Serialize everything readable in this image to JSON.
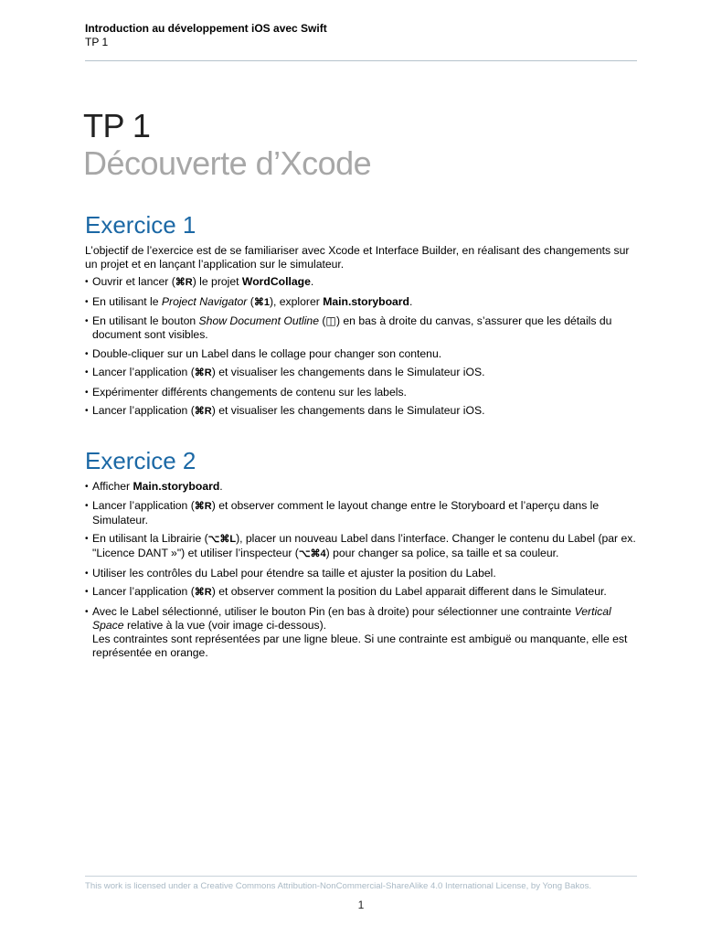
{
  "header": {
    "course_title": "Introduction au développement iOS avec Swift",
    "tp_label": "TP 1"
  },
  "title": {
    "line1": "TP 1",
    "line2": "Découverte d’Xcode"
  },
  "exercise1": {
    "heading": "Exercice 1",
    "intro": "L’objectif de l’exercice est de se familiariser avec Xcode et Interface Builder, en réalisant des changements sur un projet et en lançant l’application sur le simulateur.",
    "items": [
      {
        "t1": "Ouvrir et lancer (",
        "k1": "⌘R",
        "t2": ") le projet ",
        "b1": "WordCollage",
        "t3": "."
      },
      {
        "t1": "En utilisant le ",
        "i1": "Project Navigator",
        "t2": " (",
        "k1": "⌘1",
        "t3": "), explorer ",
        "b1": "Main.storyboard",
        "t4": "."
      },
      {
        "t1": "En utilisant le bouton ",
        "i1": "Show Document Outline",
        "t2": " (",
        "g1": "◫",
        "t3": ") en bas à droite du canvas, s’assurer que les détails du document sont visibles."
      },
      {
        "t1": "Double-cliquer sur un Label dans le collage pour changer son contenu."
      },
      {
        "t1": "Lancer l’application (",
        "k1": "⌘R",
        "t2": ") et visualiser les changements dans le Simulateur iOS."
      },
      {
        "t1": "Expérimenter différents changements de contenu sur les labels."
      },
      {
        "t1": "Lancer l’application (",
        "k1": "⌘R",
        "t2": ") et visualiser les changements dans le Simulateur iOS."
      }
    ]
  },
  "exercise2": {
    "heading": "Exercice 2",
    "items": [
      {
        "t1": "Afficher ",
        "b1": "Main.storyboard",
        "t2": "."
      },
      {
        "t1": "Lancer l’application (",
        "k1": "⌘R",
        "t2": ") et observer comment le layout change entre le Storyboard et l’aperçu dans le Simulateur."
      },
      {
        "t1": "En utilisant la Librairie (",
        "k1": "⌥⌘L",
        "t2": "), placer un nouveau Label dans l’interface. Changer le contenu du Label (par ex. \"Licence DANT »\") et utiliser l’inspecteur (",
        "k2": "⌥⌘4",
        "t3": ") pour changer sa police, sa taille et sa couleur."
      },
      {
        "t1": "Utiliser les contrôles du Label pour étendre sa taille et ajuster la position du Label."
      },
      {
        "t1": "Lancer l’application (",
        "k1": "⌘R",
        "t2": ") et observer comment la position du Label apparait different dans le Simulateur."
      },
      {
        "t1": "Avec le Label sélectionné, utiliser le bouton Pin (en bas à droite) pour sélectionner une contrainte ",
        "i1": "Vertical Space",
        "t2": " relative à la vue (voir image ci-dessous).",
        "t3": "Les contraintes sont représentées par une ligne bleue. Si une contrainte est ambiguë ou manquante, elle est représentée en orange."
      }
    ]
  },
  "footer": {
    "license": "This work is licensed under a Creative Commons Attribution-NonCommercial-ShareAlike 4.0 International License, by Yong Bakos.",
    "page_number": "1"
  }
}
